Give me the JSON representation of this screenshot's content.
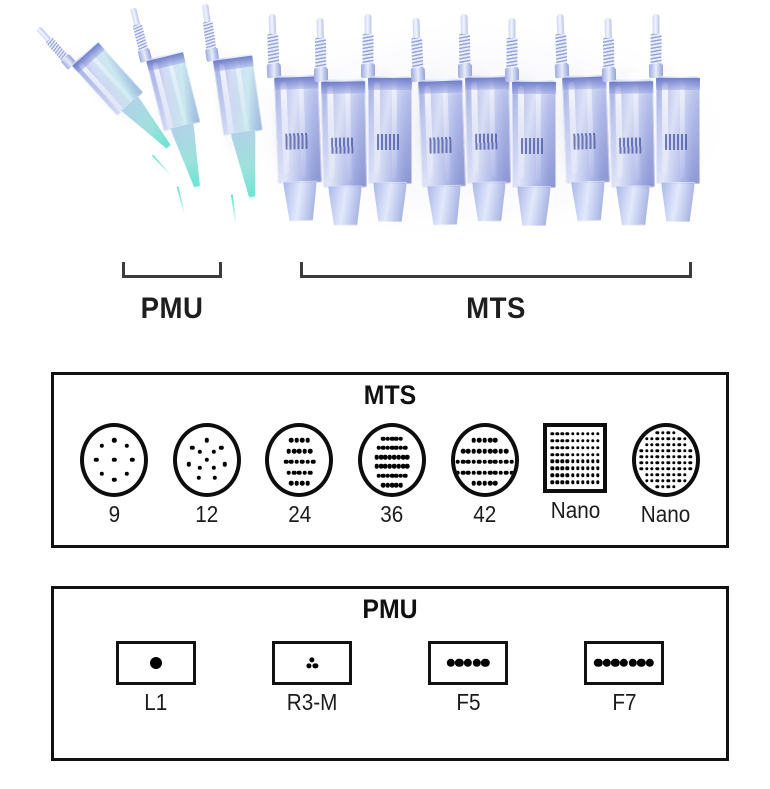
{
  "photo": {
    "alt": "needle-cartridges-photo",
    "pmu_cartridge_count": 3,
    "mts_cartridge_count": 9
  },
  "groups": [
    {
      "id": "pmu",
      "label": "PMU"
    },
    {
      "id": "mts",
      "label": "MTS"
    }
  ],
  "panels": {
    "mts": {
      "title": "MTS",
      "items": [
        {
          "label": "9",
          "shape": "circle",
          "pattern": "scatter-9",
          "dots": 9
        },
        {
          "label": "12",
          "shape": "circle",
          "pattern": "scatter-12",
          "dots": 12
        },
        {
          "label": "24",
          "shape": "circle",
          "pattern": "rows",
          "rows": [
            4,
            5,
            6,
            5,
            4
          ],
          "dots": 24
        },
        {
          "label": "36",
          "shape": "circle",
          "pattern": "rows",
          "rows": [
            5,
            7,
            8,
            8,
            7,
            5
          ],
          "dots": 40
        },
        {
          "label": "42",
          "shape": "circle",
          "pattern": "rows",
          "rows": [
            5,
            9,
            11,
            11,
            5
          ],
          "dots": 41
        },
        {
          "label": "Nano",
          "shape": "square",
          "pattern": "grid",
          "cols": 10,
          "rowcount": 8
        },
        {
          "label": "Nano",
          "shape": "circle",
          "pattern": "grid",
          "cols": 10,
          "rowcount": 10
        }
      ]
    },
    "pmu": {
      "title": "PMU",
      "items": [
        {
          "label": "L1",
          "pattern": "single",
          "dots": 1
        },
        {
          "label": "R3-M",
          "pattern": "triangle",
          "dots": 3
        },
        {
          "label": "F5",
          "pattern": "line",
          "dots": 5
        },
        {
          "label": "F7",
          "pattern": "line",
          "dots": 7
        }
      ]
    }
  },
  "colors": {
    "ink": "#111111",
    "bracket": "#3b3b3b",
    "cartridge_body": "#8f9ed8",
    "cartridge_tip_teal": "#56e0ce",
    "background": "#ffffff"
  }
}
